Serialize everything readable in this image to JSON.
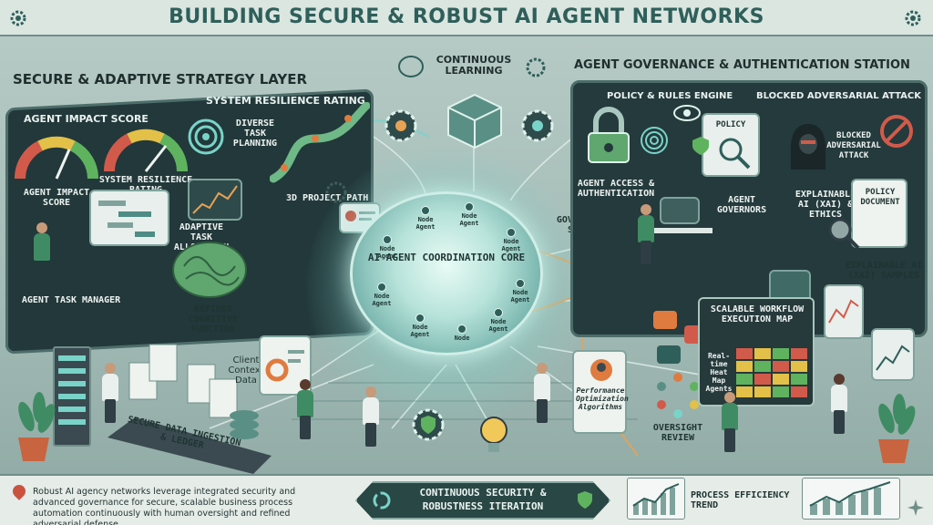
{
  "title": "BUILDING SECURE & ROBUST AI AGENT NETWORKS",
  "top_center": {
    "label": "CONTINUOUS LEARNING"
  },
  "left_layer": {
    "heading": "SECURE & ADAPTIVE STRATEGY LAYER",
    "system_resilience_heading": "SYSTEM RESILIENCE RATING",
    "agent_impact_heading": "AGENT IMPACT SCORE",
    "gauge_agent_impact": "AGENT IMPACT SCORE",
    "gauge_resilience": "SYSTEM RESILIENCE RATING",
    "diverse_task": "DIVERSE TASK PLANNING",
    "project_path": "3D PROJECT PATH",
    "adaptive_task": "ADAPTIVE TASK ALLOCATION",
    "agent_task_manager": "AGENT TASK MANAGER",
    "refined_cognitive": "REFINED COGNITIVE FUNCTION"
  },
  "right_station": {
    "heading": "AGENT GOVERNANCE & AUTHENTICATION STATION",
    "policy_engine": "POLICY & RULES ENGINE",
    "blocked_heading": "BLOCKED ADVERSARIAL ATTACK",
    "policy_card": "POLICY",
    "blocked_small": "BLOCKED ADVERSARIAL ATTACK",
    "agent_access": "AGENT ACCESS & AUTHENTICATION",
    "agent_governors": "AGENT GOVERNORS",
    "xai_ethics": "EXPLAINABLE AI (XAI) & ETHICS",
    "policy_document": "POLICY DOCUMENT",
    "xai_samples": "EXPLAINABLE AI (XAI) SAMPLES"
  },
  "core": {
    "title": "AI AGENT COORDINATION CORE",
    "node_label": "Node",
    "agent_label": "Agent",
    "governance_shield": "GOVERNANCE SHIELD"
  },
  "lower": {
    "client_context": "Client Context Data",
    "secure_ingestion": "SECURE DATA INGESTION & LEDGER",
    "performance": "Performance Optimization Algorithms",
    "oversight": "OVERSIGHT REVIEW",
    "workflow_map": "SCALABLE WORKFLOW EXECUTION MAP",
    "heatmap": "Real-time Heat Map Agents"
  },
  "bottom": {
    "description": "Robust AI agency networks leverage integrated security and advanced governance for secure, scalable business process automation continuously with human oversight and refined adversarial defense.",
    "iteration": "CONTINUOUS SECURITY & ROBUSTNESS ITERATION",
    "trend": "PROCESS EFFICIENCY TREND"
  },
  "colors": {
    "accent": "#2f5f5a",
    "panel": "#22383a",
    "glow": "#b7e3da",
    "warning": "#c9533f",
    "ok": "#5fb35f"
  },
  "icons": {
    "top_left": "settings-gear-icon",
    "brain": "brain-icon",
    "cube": "data-cube-icon",
    "lock": "padlock-icon",
    "fingerprint": "fingerprint-icon",
    "shield": "shield-check-icon",
    "hacker": "hooded-attacker-icon",
    "magnifier": "magnifier-icon",
    "lightbulb": "lightbulb-gear-icon",
    "server": "server-rack-icon",
    "likes": "thumbs-up-icon"
  }
}
